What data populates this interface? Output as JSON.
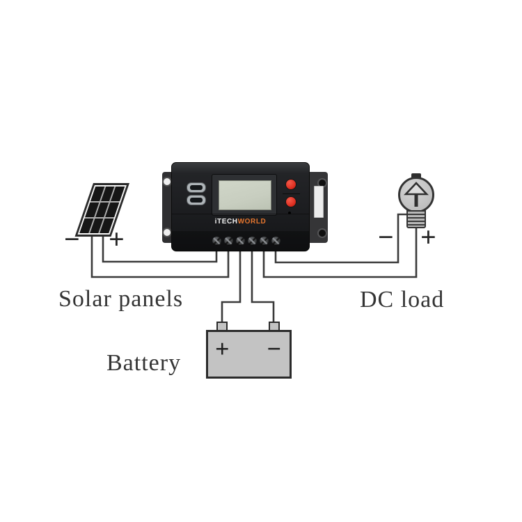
{
  "colors": {
    "wire": "#3a3a3a",
    "text": "#343434",
    "orange": "#e6762e",
    "red": "#df3022",
    "lcd": "#c8cec0",
    "metal": "#c3c3c3"
  },
  "labels": {
    "solar_panels": "Solar panels",
    "dc_load": "DC load",
    "battery": "Battery"
  },
  "polarity": {
    "plus": "+",
    "minus": "−"
  },
  "controller": {
    "brand_prefix": "iTECH",
    "brand_suffix": "WORLD",
    "usb_port_count": 2,
    "terminal_count": 6,
    "button_count": 2
  },
  "icons": {
    "solar-panel-icon": "skewed 3x3 dark cell grid",
    "charge-controller-icon": "black box with LCD, USB ports, red buttons, 6 screw terminals",
    "light-bulb-icon": "gray bulb with up-arrow filament and threaded base",
    "battery-icon": "gray box with two top terminal tabs"
  }
}
